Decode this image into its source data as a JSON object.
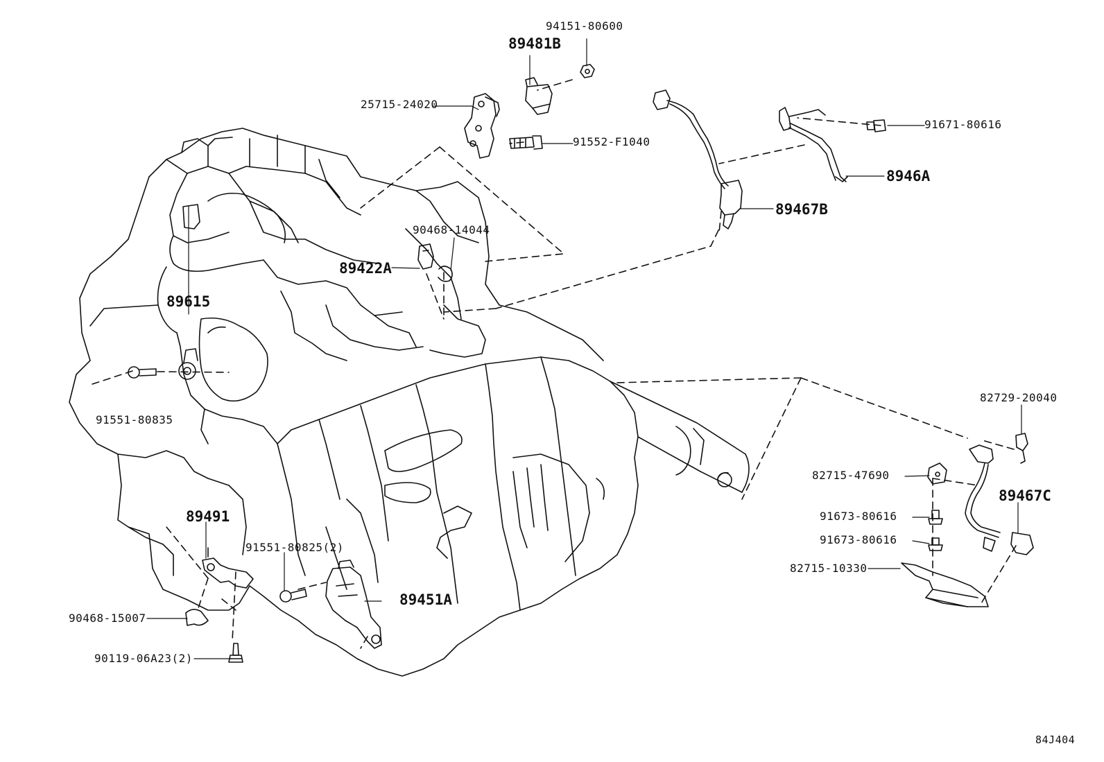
{
  "diagram_ref": "84J404",
  "part_labels": {
    "p94151": "94151-80600",
    "p89481B": "89481B",
    "p25715": "25715-24020",
    "p91552": "91552-F1040",
    "p91671": "91671-80616",
    "p8946A": "8946A",
    "p89467B": "89467B",
    "p90468_14044": "90468-14044",
    "p89422A": "89422A",
    "p89615": "89615",
    "p91551_80835": "91551-80835",
    "p82729": "82729-20040",
    "p82715_47690": "82715-47690",
    "p89467C": "89467C",
    "p91673_a": "91673-80616",
    "p91673_b": "91673-80616",
    "p82715_10330": "82715-10330",
    "p89491": "89491",
    "p91551_80825": "91551-80825(2)",
    "p89451A": "89451A",
    "p90468_15007": "90468-15007",
    "p90119": "90119-06A23(2)"
  }
}
